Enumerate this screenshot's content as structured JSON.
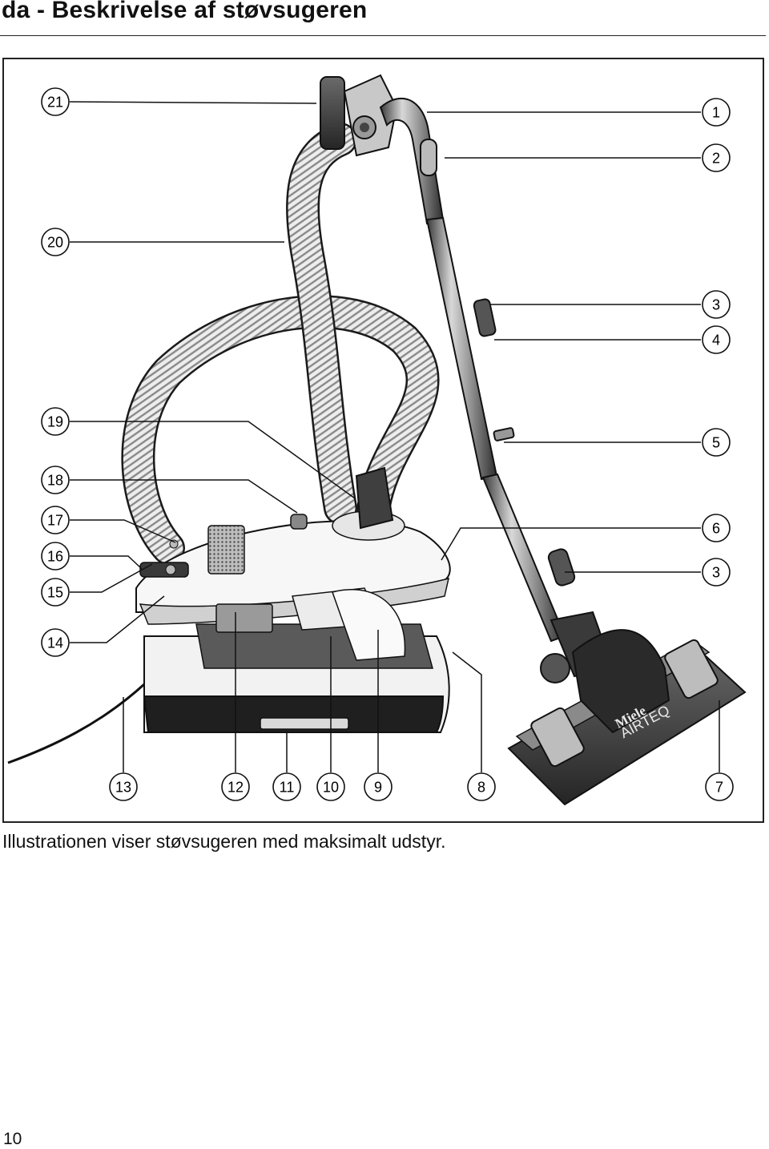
{
  "header": {
    "title": "da - Beskrivelse af støvsugeren"
  },
  "figure": {
    "callouts": {
      "c1": "1",
      "c2": "2",
      "c3a": "3",
      "c4": "4",
      "c5": "5",
      "c6": "6",
      "c3b": "3",
      "c7": "7",
      "c8": "8",
      "c9": "9",
      "c10": "10",
      "c11": "11",
      "c12": "12",
      "c13": "13",
      "c14": "14",
      "c15": "15",
      "c16": "16",
      "c17": "17",
      "c18": "18",
      "c19": "19",
      "c20": "20",
      "c21": "21"
    },
    "brand": {
      "logo": "Miele",
      "model": "AIRTEQ"
    }
  },
  "caption": "Illustrationen viser støvsugeren med maksimalt udstyr.",
  "page_number": "10"
}
